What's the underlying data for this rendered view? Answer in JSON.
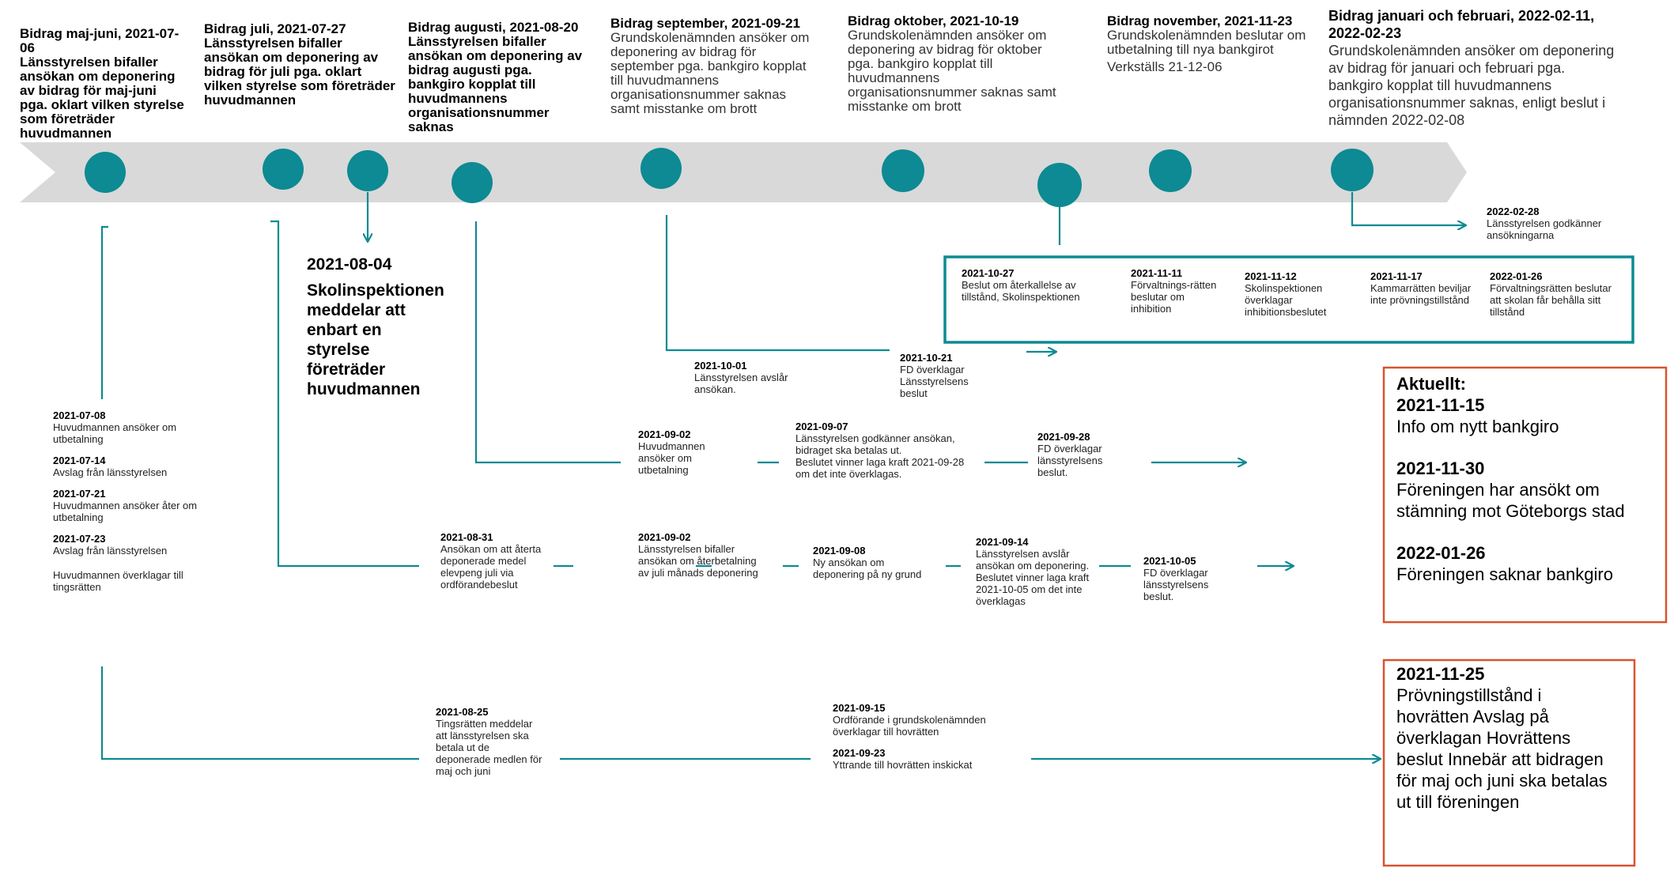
{
  "headers": [
    {
      "title": "Bidrag maj-juni, 2021-07-06",
      "text": "Länsstyrelsen bifaller ansökan om deponering av bidrag för maj-juni pga. oklart vilken styrelse som företräder huvudmannen"
    },
    {
      "title": "Bidrag juli, 2021-07-27",
      "text": "Länsstyrelsen bifaller ansökan om deponering av bidrag för juli pga. oklart vilken styrelse som företräder huvudmannen"
    },
    {
      "title": "Bidrag augusti, 2021-08-20",
      "text": "Länsstyrelsen bifaller ansökan om deponering av bidrag augusti pga. bankgiro kopplat till huvudmannens organisationsnummer saknas"
    },
    {
      "title": "Bidrag september, 2021-09-21",
      "text": "Grundskolenämnden ansöker om deponering av bidrag för september pga. bankgiro kopplat till huvudmannens organisationsnummer saknas samt misstanke om brott"
    },
    {
      "title": "Bidrag oktober, 2021-10-19",
      "text": "Grundskolenämnden ansöker om deponering av bidrag för oktober pga. bankgiro kopplat till huvudmannens organisationsnummer saknas samt misstanke om brott"
    },
    {
      "title": "Bidrag november, 2021-11-23",
      "text": "Grundskolenämnden beslutar om utbetalning till nya bankgirot",
      "extra": "Verkställs 21-12-06"
    },
    {
      "title": "Bidrag januari och februari, 2022-02-11, 2022-02-23",
      "text": "Grundskolenämnden ansöker om deponering av bidrag för januari och februari pga. bankgiro kopplat till huvudmannens  organisationsnummer saknas, enligt beslut i nämnden 2022-02-08"
    }
  ],
  "skolinspektion": {
    "date": "2021-08-04",
    "text": "Skolinspektionen meddelar att enbart en styrelse företräder huvudmannen"
  },
  "approval_2022": {
    "date": "2022-02-28",
    "text": "Länsstyrelsen godkänner ansökningarna"
  },
  "teal_box": [
    {
      "date": "2021-10-27",
      "text": "Beslut om återkallelse av tillstånd, Skolinspektionen"
    },
    {
      "date": "2021-11-11",
      "text": "Förvaltnings-rätten beslutar om inhibition"
    },
    {
      "date": "2021-11-12",
      "text": "Skolinspektionen överklagar inhibitionsbeslutet"
    },
    {
      "date": "2021-11-17",
      "text": "Kammarrätten beviljar inte prövningstillstånd"
    },
    {
      "date": "2022-01-26",
      "text": "Förvaltningsrätten beslutar att skolan får behålla sitt tillstånd"
    }
  ],
  "sept_branch": [
    {
      "date": "2021-10-01",
      "text": "Länsstyrelsen avslår ansökan."
    },
    {
      "date": "2021-10-21",
      "text": "FD överklagar Länsstyrelsens beslut"
    }
  ],
  "left_column": [
    {
      "date": "2021-07-08",
      "text": "Huvudmannen ansöker om utbetalning"
    },
    {
      "date": "2021-07-14",
      "text": "Avslag från länsstyrelsen"
    },
    {
      "date": "2021-07-21",
      "text": "Huvudmannen ansöker åter om utbetalning"
    },
    {
      "date": "2021-07-23",
      "text": "Avslag från länsstyrelsen"
    },
    {
      "date": "",
      "text": "Huvudmannen överklagar till tingsrätten"
    }
  ],
  "aug_row": [
    {
      "date": "2021-09-02",
      "text": "Huvudmannen ansöker om utbetalning"
    },
    {
      "date": "2021-09-07",
      "text": "Länsstyrelsen godkänner ansökan, bidraget ska betalas ut.",
      "extra": "Beslutet vinner laga kraft 2021-09-28 om det inte överklagas."
    },
    {
      "date": "2021-09-28",
      "text": "FD överklagar länsstyrelsens beslut."
    }
  ],
  "july_row": [
    {
      "date": "2021-08-31",
      "text": "Ansökan om att återta deponerade medel elevpeng juli via ordförandebeslut"
    },
    {
      "date": "2021-09-02",
      "text": "Länsstyrelsen bifaller ansökan om återbetalning av juli månads deponering"
    },
    {
      "date": "2021-09-08",
      "text": "Ny ansökan om deponering på ny grund"
    },
    {
      "date": "2021-09-14",
      "text": "Länsstyrelsen avslår ansökan om deponering.",
      "extra": "Beslutet vinner laga kraft 2021-10-05 om det inte överklagas"
    },
    {
      "date": "2021-10-05",
      "text": "FD överklagar länsstyrelsens beslut."
    }
  ],
  "bottom_row": [
    {
      "date": "2021-08-25",
      "text": "Tingsrätten meddelar att länsstyrelsen ska betala ut de deponerade medlen för maj och juni"
    },
    {
      "date": "2021-09-15",
      "text": "Ordförande i grundskolenämnden överklagar till hovrätten"
    },
    {
      "date": "2021-09-23",
      "text": "Yttrande till hovrätten inskickat"
    }
  ],
  "aktuellt": {
    "heading": "Aktuellt:",
    "items": [
      {
        "date": "2021-11-15",
        "text": "Info om nytt bankgiro"
      },
      {
        "date": "2021-11-30",
        "text": "Föreningen har ansökt om stämning mot Göteborgs stad"
      },
      {
        "date": "2022-01-26",
        "text": "Föreningen saknar bankgiro"
      }
    ]
  },
  "hovratt": {
    "date": "2021-11-25",
    "text": "Prövningstillstånd i hovrätten Avslag på överklagan Hovrättens beslut Innebär att bidragen för maj och juni ska betalas ut till föreningen"
  },
  "colors": {
    "teal": "#0d8a93",
    "arrow_grey": "#d9d9d9",
    "red": "#d9532f",
    "teal_box_border": "#0d8a93"
  }
}
